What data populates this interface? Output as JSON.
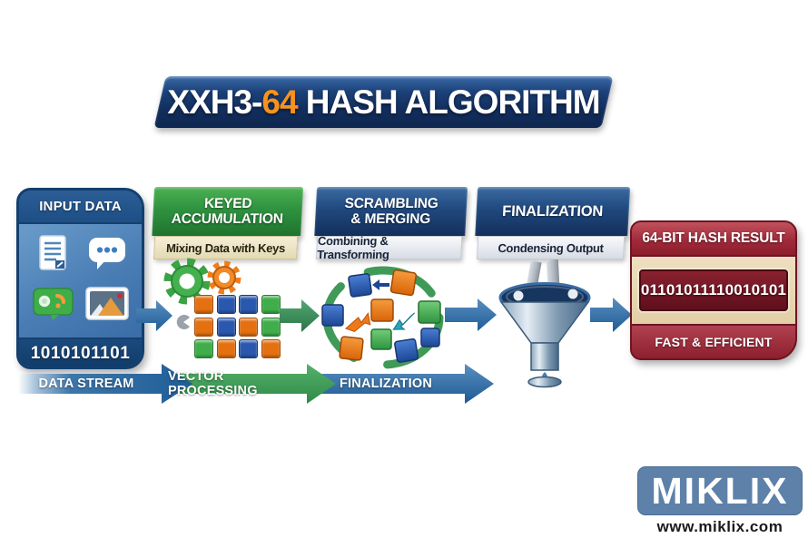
{
  "title": {
    "prefix": "XXH3-",
    "highlight": "64",
    "suffix": " HASH ALGORITHM"
  },
  "input_box": {
    "header": "INPUT DATA",
    "binary": "1010101101",
    "icons": [
      "document-icon",
      "chat-icon",
      "media-icon",
      "image-icon"
    ]
  },
  "stages": [
    {
      "line1": "KEYED",
      "line2": "ACCUMULATION",
      "subtitle": "Mixing Data with Keys"
    },
    {
      "line1": "SCRAMBLING",
      "line2": "& MERGING",
      "subtitle": "Combining & Transforming"
    },
    {
      "line1": "FINALIZATION",
      "subtitle": "Condensing Output"
    }
  ],
  "result_box": {
    "header": "64-BIT HASH RESULT",
    "hash": "01101011110010101",
    "footer": "FAST & EFFICIENT"
  },
  "flow": [
    {
      "label": "DATA STREAM",
      "color": "#2e6da4"
    },
    {
      "label": "VECTOR PROCESSING",
      "color": "#2f9e4f"
    },
    {
      "label": "FINALIZATION",
      "color": "#2e6da4"
    }
  ],
  "logo": {
    "brand": "MIKLIX",
    "website": "www.miklix.com"
  },
  "colors": {
    "accent_orange": "#f6921e",
    "banner_navy": "#16386b",
    "stage_green": "#2f9240",
    "stage_blue": "#1c3e6e",
    "result_red": "#9e2433",
    "logo_blue": "#5d81a9",
    "square_orange": "#e4700f",
    "square_blue": "#2a58ae",
    "square_green": "#3fae4a"
  }
}
